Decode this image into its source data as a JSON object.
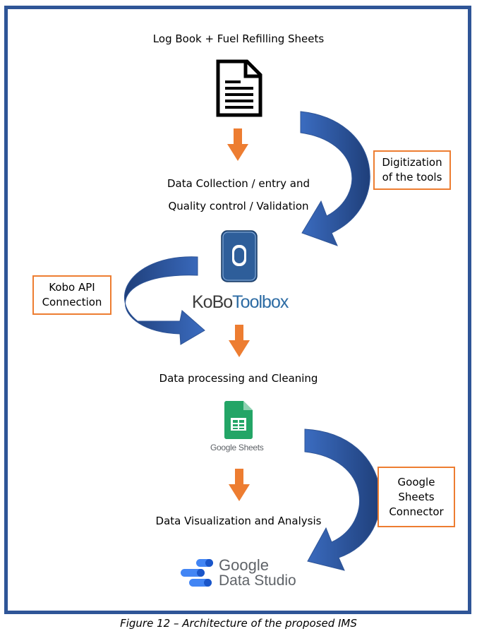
{
  "diagram": {
    "steps": {
      "source": "Log Book + Fuel Refilling Sheets",
      "collection_line1": "Data Collection / entry and",
      "collection_line2": "Quality control / Validation",
      "processing": "Data processing and Cleaning",
      "visualization": "Data Visualization and Analysis"
    },
    "callouts": {
      "digitization_line1": "Digitization",
      "digitization_line2": "of the tools",
      "kobo_api_line1": "Kobo API",
      "kobo_api_line2": "Connection",
      "gs_connector_line1": "Google",
      "gs_connector_line2": "Sheets",
      "gs_connector_line3": "Connector"
    },
    "logos": {
      "kobo_part1": "KoBo",
      "kobo_part2": "Toolbox",
      "google_sheets": "Google Sheets",
      "data_studio_line1": "Google",
      "data_studio_line2": "Data Studio"
    },
    "icons": [
      "document-icon",
      "kobo-phone-icon",
      "google-sheets-icon",
      "data-studio-icon"
    ],
    "colors": {
      "frame": "#2f5597",
      "arrow_orange": "#ed7d31",
      "curved_arrow_blue": "#2f5597",
      "callout_border": "#ed7d31"
    }
  },
  "caption": "Figure 12 – Architecture of the proposed IMS"
}
